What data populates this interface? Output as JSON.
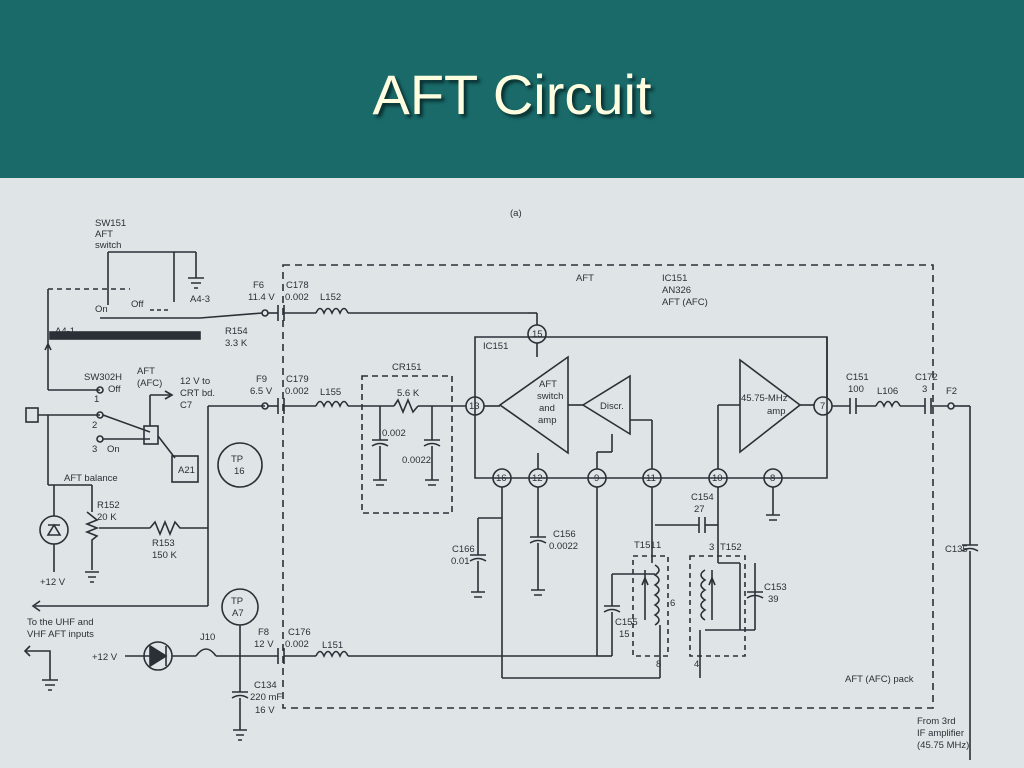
{
  "slide": {
    "title": "AFT Circuit",
    "colors": {
      "background": "#1a6a6a",
      "title_text": "#fffde0",
      "paper": "#dfe5e7",
      "ink": "#2a3036"
    }
  },
  "figure": {
    "caption": "(a)",
    "switch_sw151": {
      "name": "SW151",
      "line2": "AFT",
      "line3": "switch",
      "on": "On",
      "off": "Off",
      "a43": "A4-3",
      "a41": "A4-1"
    },
    "switch_sw302h": {
      "name": "SW302H",
      "off": "Off",
      "on": "On",
      "pin1": "1",
      "pin2": "2",
      "pin3": "3",
      "aft_label": "AFT",
      "afc_label": "(AFC)"
    },
    "crt_label": {
      "line1": "12 V to",
      "line2": "CRT bd.",
      "line3": "C7"
    },
    "a21": "A21",
    "tp16": {
      "line1": "TP",
      "line2": "16"
    },
    "tpa7": {
      "line1": "TP",
      "line2": "A7"
    },
    "aft_balance": "AFT balance",
    "r152": {
      "name": "R152",
      "value": "20 K"
    },
    "r153": {
      "name": "R153",
      "value": "150 K"
    },
    "r154": {
      "name": "R154",
      "value": "3.3 K"
    },
    "plus12v_left": "+12 V",
    "plus12v_bottom": "+12 V",
    "to_uhf": {
      "line1": "To the UHF and",
      "line2": "VHF AFT inputs"
    },
    "j10": "J10",
    "f6": {
      "name": "F6",
      "voltage": "11.4 V"
    },
    "f9": {
      "name": "F9",
      "voltage": "6.5 V"
    },
    "f8": {
      "name": "F8",
      "voltage": "12 V"
    },
    "c178": {
      "name": "C178",
      "value": "0.002"
    },
    "c179": {
      "name": "C179",
      "value": "0.002"
    },
    "c176": {
      "name": "C176",
      "value": "0.002"
    },
    "c134": {
      "name": "C134",
      "value": "220 mF",
      "voltage": "16 V"
    },
    "l152": "L152",
    "l155": "L155",
    "l151": "L151",
    "cr151": {
      "name": "CR151",
      "r_value": "5.6 K",
      "c1": "0.002",
      "c2": "0.0022"
    },
    "aft_region": "AFT",
    "ic151_header": {
      "line1": "IC151",
      "line2": "AN326",
      "line3": "AFT (AFC)"
    },
    "ic151_box": "IC151",
    "amp_aft": {
      "line1": "AFT",
      "line2": "switch",
      "line3": "and",
      "line4": "amp"
    },
    "discr": "Discr.",
    "amp_if": {
      "line1": "45.75-MHz",
      "line2": "amp"
    },
    "pins": [
      "15",
      "13",
      "16",
      "12",
      "9",
      "11",
      "10",
      "8",
      "7"
    ],
    "c151": {
      "name": "C151",
      "value": "100"
    },
    "l106": "L106",
    "c172": {
      "name": "C172",
      "value": "3"
    },
    "f2": "F2",
    "c135": "C135",
    "c166": {
      "name": "C166",
      "value": "0.01"
    },
    "c156": {
      "name": "C156",
      "value": "0.0022"
    },
    "c155": {
      "name": "C155",
      "value": "15"
    },
    "c154": {
      "name": "C154",
      "value": "27"
    },
    "c153": {
      "name": "C153",
      "value": "39"
    },
    "t151": {
      "name": "T151",
      "p1": "1",
      "p6": "6",
      "p8": "8"
    },
    "t152": {
      "name": "T152",
      "p3": "3",
      "p4": "4"
    },
    "pack_label": "AFT (AFC) pack",
    "from_if": {
      "line1": "From 3rd",
      "line2": "IF amplifier",
      "line3": "(45.75 MHz)"
    }
  }
}
